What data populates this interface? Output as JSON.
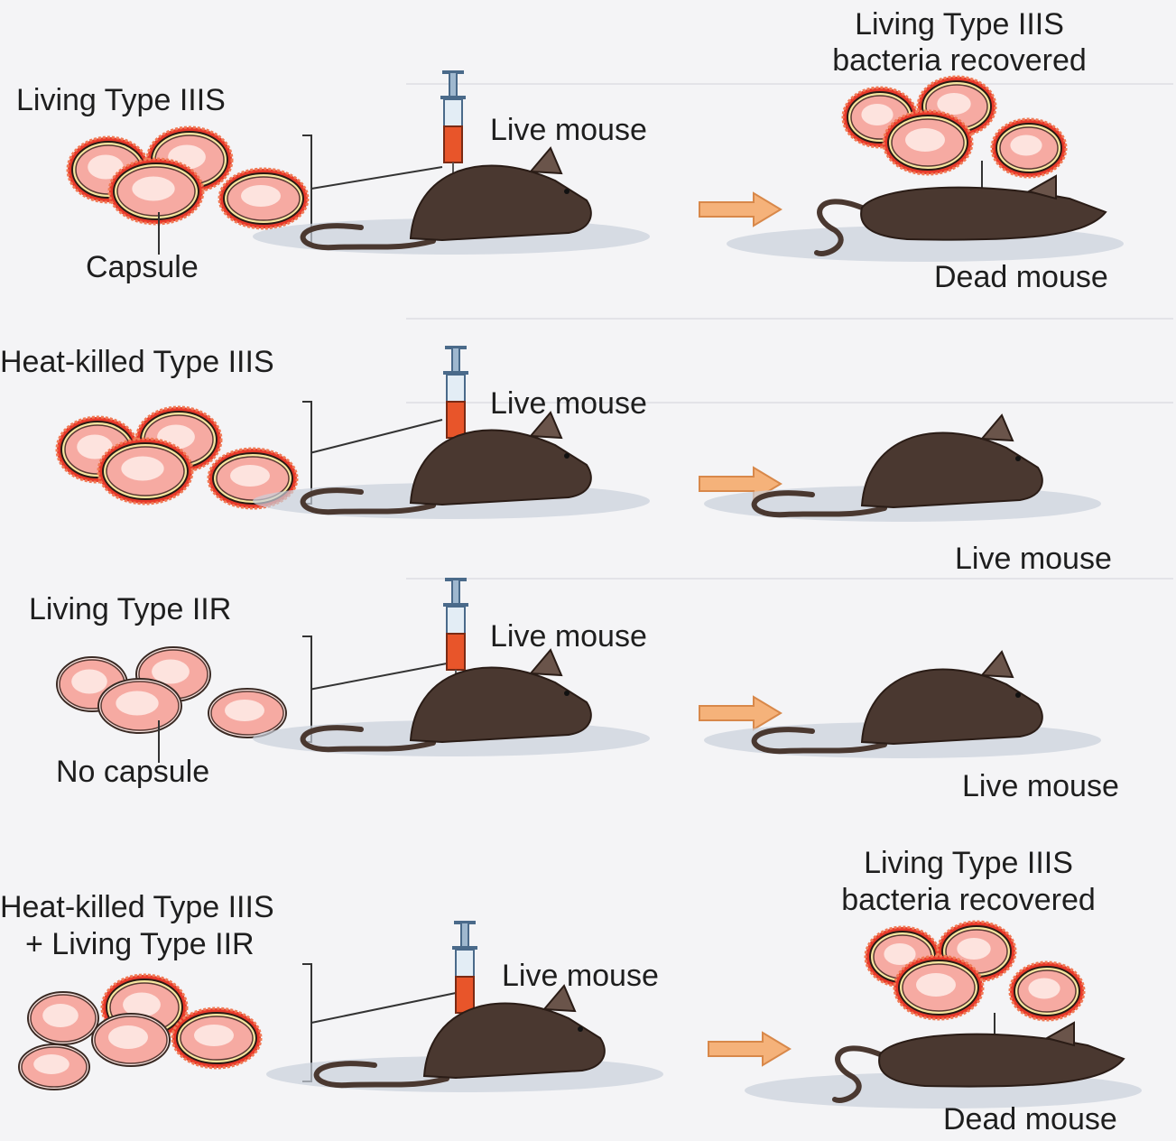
{
  "colors": {
    "capsule": "#e8392a",
    "cell_fill": "#f6aaa2",
    "cell_core": "#fde3de",
    "mouse": "#4a3830",
    "shadow": "#c9d0dc",
    "arrow": "#f5b27a",
    "syringe_fluid": "#e8552a"
  },
  "icons": [
    "capsulated-bacterium-icon",
    "bacterium-icon",
    "syringe-icon",
    "mouse-icon",
    "arrow-right-icon"
  ],
  "rows": [
    {
      "injected_label": "Living Type IIIS",
      "cell_note": "Capsule",
      "injection_label": "Live mouse",
      "result_label_top": "Living Type IIIS",
      "result_label_top2": "bacteria recovered",
      "result_label_bottom": "Dead mouse",
      "outcome": "dead",
      "capsule": true
    },
    {
      "injected_label": "Heat-killed Type IIIS",
      "cell_note": "",
      "injection_label": "Live mouse",
      "result_label_top": "",
      "result_label_top2": "",
      "result_label_bottom": "Live mouse",
      "outcome": "alive",
      "capsule": true
    },
    {
      "injected_label": "Living Type IIR",
      "cell_note": "No capsule",
      "injection_label": "Live mouse",
      "result_label_top": "",
      "result_label_top2": "",
      "result_label_bottom": "Live mouse",
      "outcome": "alive",
      "capsule": false
    },
    {
      "injected_label": "Heat-killed Type IIIS",
      "injected_label2": "+ Living Type IIR",
      "cell_note": "",
      "injection_label": "Live mouse",
      "result_label_top": "Living Type IIIS",
      "result_label_top2": "bacteria recovered",
      "result_label_bottom": "Dead mouse",
      "outcome": "dead",
      "capsule": "mixed"
    }
  ]
}
